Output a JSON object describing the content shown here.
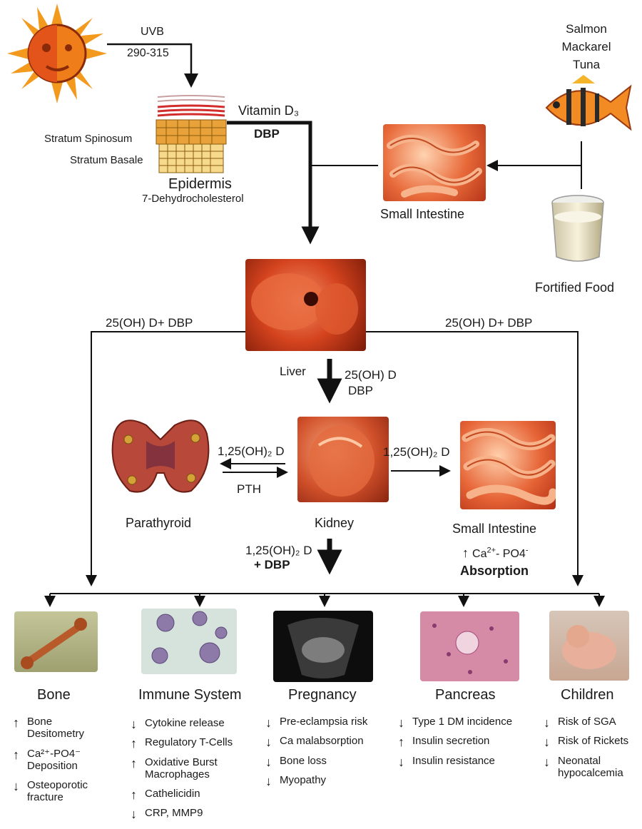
{
  "sources": {
    "uvb_label": "UVB",
    "uvb_range": "290-315",
    "fish": [
      "Salmon",
      "Mackarel",
      "Tuna"
    ],
    "fortified_food": "Fortified Food"
  },
  "skin": {
    "layer_spinosum": "Stratum Spinosum",
    "layer_basale": "Stratum Basale",
    "title": "Epidermis",
    "precursor": "7-Dehydrocholesterol"
  },
  "flow": {
    "vitamin_d3": "Vitamin D₃",
    "dbp": "DBP",
    "small_intestine_top": "Small Intestine",
    "left_branch": "25(OH) D+ DBP",
    "right_branch": "25(OH) D+ DBP",
    "liver": "Liver",
    "liver_to_kidney_1": "25(OH) D",
    "liver_to_kidney_2": "DBP",
    "to_parathyroid": "1,25(OH)₂ D",
    "pth": "PTH",
    "parathyroid": "Parathyroid",
    "kidney": "Kidney",
    "to_intestine": "1,25(OH)₂ D",
    "small_intestine_bottom": "Small Intestine",
    "ca_po4": "Ca",
    "ca_sup": "2+",
    "po4": "- PO4",
    "po4_sup": "-",
    "absorption": "Absorption",
    "kidney_out_1": "1,25(OH)₂ D",
    "kidney_out_2": "+ DBP"
  },
  "targets": {
    "bone": {
      "title": "Bone",
      "items": [
        {
          "arrow": "up",
          "text": "Bone Desitometry"
        },
        {
          "arrow": "up",
          "text": "Ca²⁺-PO4⁻ Deposition"
        },
        {
          "arrow": "down",
          "text": "Osteoporotic fracture"
        }
      ]
    },
    "immune": {
      "title": "Immune System",
      "items": [
        {
          "arrow": "down",
          "text": "Cytokine release"
        },
        {
          "arrow": "up",
          "text": "Regulatory T-Cells"
        },
        {
          "arrow": "up",
          "text": "Oxidative Burst Macrophages"
        },
        {
          "arrow": "up",
          "text": "Cathelicidin"
        },
        {
          "arrow": "down",
          "text": "CRP, MMP9"
        }
      ]
    },
    "pregnancy": {
      "title": "Pregnancy",
      "items": [
        {
          "arrow": "down",
          "text": "Pre-eclampsia risk"
        },
        {
          "arrow": "down",
          "text": "Ca malabsorption"
        },
        {
          "arrow": "down",
          "text": "Bone loss"
        },
        {
          "arrow": "down",
          "text": "Myopathy"
        }
      ]
    },
    "pancreas": {
      "title": "Pancreas",
      "items": [
        {
          "arrow": "down",
          "text": "Type 1 DM incidence"
        },
        {
          "arrow": "up",
          "text": "Insulin secretion"
        },
        {
          "arrow": "down",
          "text": "Insulin resistance"
        }
      ]
    },
    "children": {
      "title": "Children",
      "items": [
        {
          "arrow": "down",
          "text": "Risk of SGA"
        },
        {
          "arrow": "down",
          "text": "Risk of Rickets"
        },
        {
          "arrow": "down",
          "text": "Neonatal hypocalcemia"
        }
      ]
    }
  },
  "colors": {
    "line": "#111111",
    "tissue": "#d9512a",
    "sun": "#f39a1e"
  }
}
